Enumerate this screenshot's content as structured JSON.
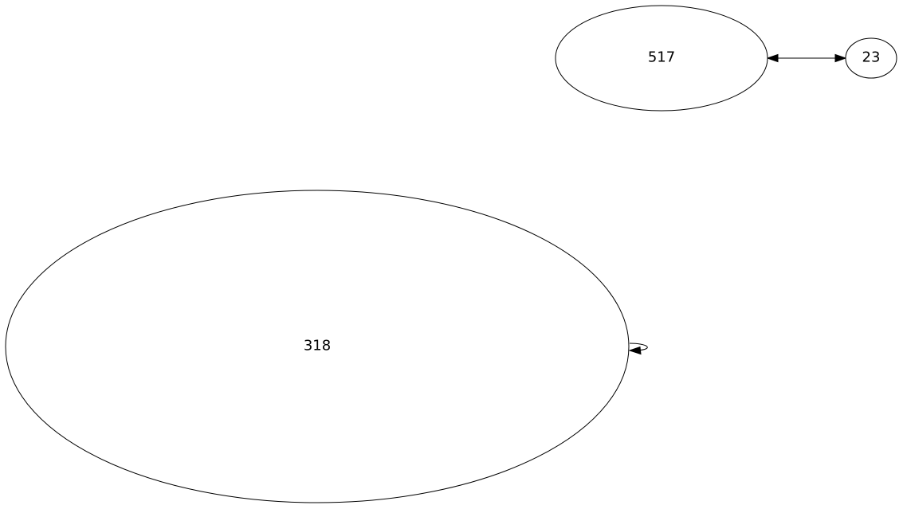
{
  "graph": {
    "nodes": [
      {
        "id": "n517",
        "label": "517"
      },
      {
        "id": "n23",
        "label": "23"
      },
      {
        "id": "n318",
        "label": "318"
      }
    ],
    "edges": [
      {
        "from": "517",
        "to": "23",
        "direction": "both"
      },
      {
        "from": "318",
        "to": "318",
        "direction": "forward"
      }
    ],
    "colors": {
      "stroke": "#000000",
      "fill": "#ffffff",
      "text": "#000000"
    }
  }
}
